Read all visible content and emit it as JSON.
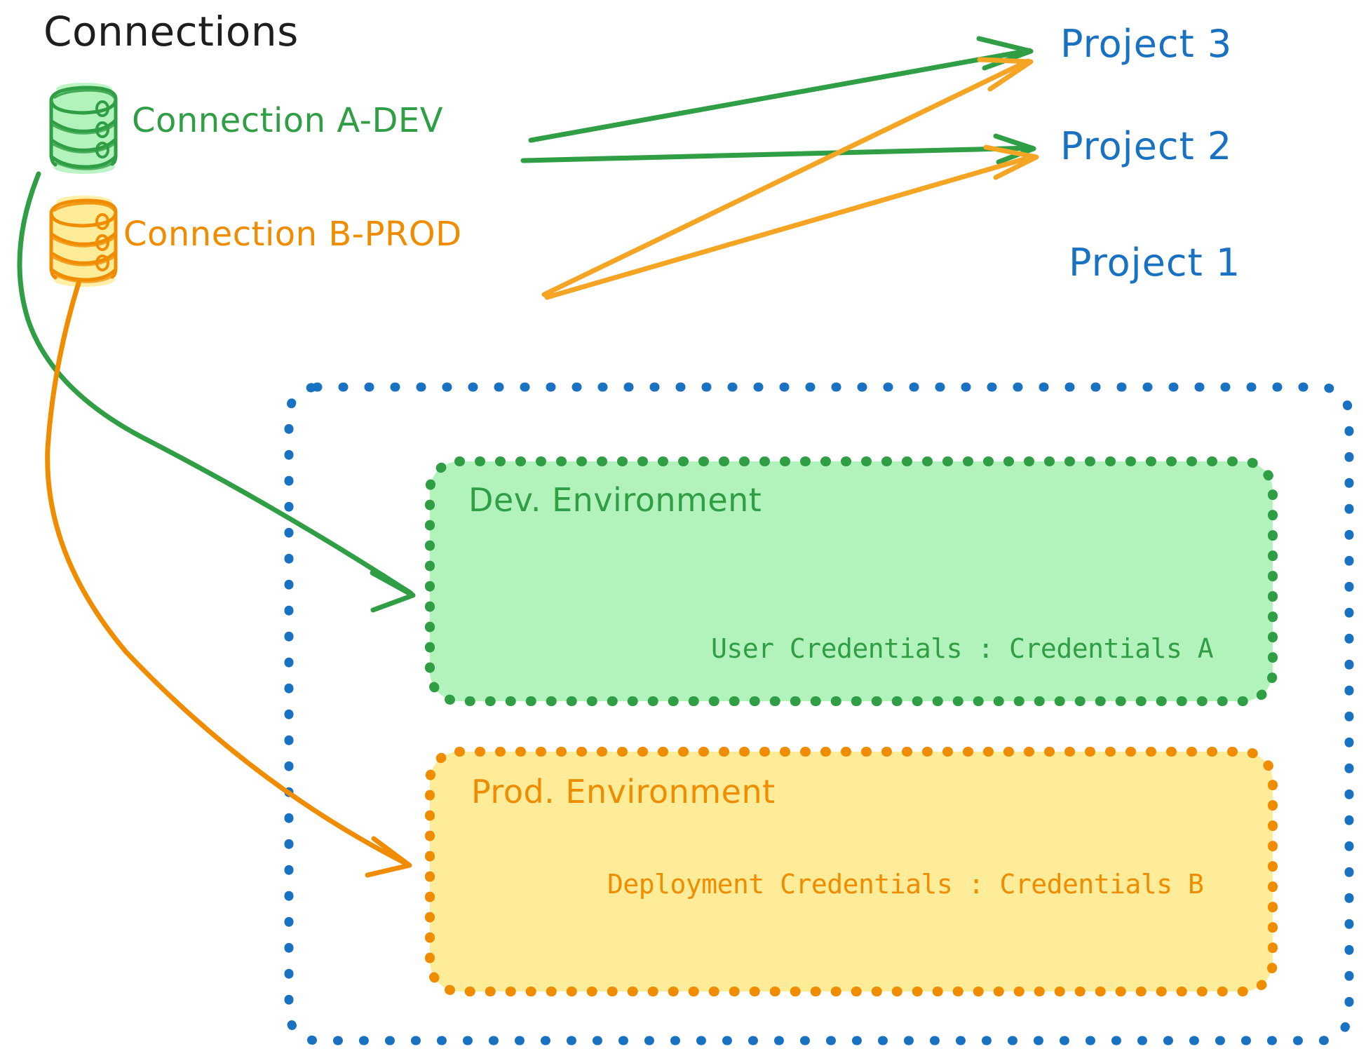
{
  "title": "Connections",
  "connections": [
    {
      "id": "connection-a-dev",
      "label": "Connection A-DEV",
      "color": "#2f9e44",
      "fill": "#b2f2bb",
      "icon": "database-cylinder-icon"
    },
    {
      "id": "connection-b-prod",
      "label": "Connection B-PROD",
      "color": "#f08c00",
      "fill": "#ffec99",
      "icon": "database-cylinder-icon"
    }
  ],
  "projects": [
    {
      "id": "project-3",
      "label": "Project 3",
      "color": "#1971c2"
    },
    {
      "id": "project-2",
      "label": "Project 2",
      "color": "#1971c2"
    },
    {
      "id": "project-1",
      "label": "Project 1",
      "color": "#1971c2"
    }
  ],
  "project_1_box": {
    "border_color": "#1971c2",
    "environments": [
      {
        "id": "dev-environment",
        "title": "Dev. Environment",
        "credentials_label": "User Credentials",
        "credentials_separator": ":",
        "credentials_value": "Credentials A",
        "credentials_text": "User Credentials : Credentials A",
        "color": "#2f9e44",
        "fill": "#b2f2bb"
      },
      {
        "id": "prod-environment",
        "title": "Prod. Environment",
        "credentials_label": "Deployment Credentials",
        "credentials_separator": ":",
        "credentials_value": "Credentials B",
        "credentials_text": "Deployment Credentials : Credentials B",
        "color": "#f08c00",
        "fill": "#ffec99"
      }
    ]
  },
  "edges": [
    {
      "id": "a-dev-to-project-3",
      "from": "connection-a-dev",
      "to": "project-3",
      "color": "#2f9e44"
    },
    {
      "id": "a-dev-to-project-2",
      "from": "connection-a-dev",
      "to": "project-2",
      "color": "#2f9e44"
    },
    {
      "id": "a-dev-to-dev-environment",
      "from": "connection-a-dev",
      "to": "dev-environment",
      "color": "#2f9e44"
    },
    {
      "id": "b-prod-to-project-3",
      "from": "connection-b-prod",
      "to": "project-3",
      "color": "#f5a524"
    },
    {
      "id": "b-prod-to-project-2",
      "from": "connection-b-prod",
      "to": "project-2",
      "color": "#f5a524"
    },
    {
      "id": "b-prod-to-prod-environment",
      "from": "connection-b-prod",
      "to": "prod-environment",
      "color": "#f08c00"
    }
  ],
  "colors": {
    "green": "#2f9e44",
    "green_fill": "#b2f2bb",
    "orange": "#f08c00",
    "orange_fill": "#ffec99",
    "arrow_yellow": "#f5a524",
    "blue": "#1971c2",
    "ink": "#1e1e1e",
    "background": "#ffffff"
  }
}
